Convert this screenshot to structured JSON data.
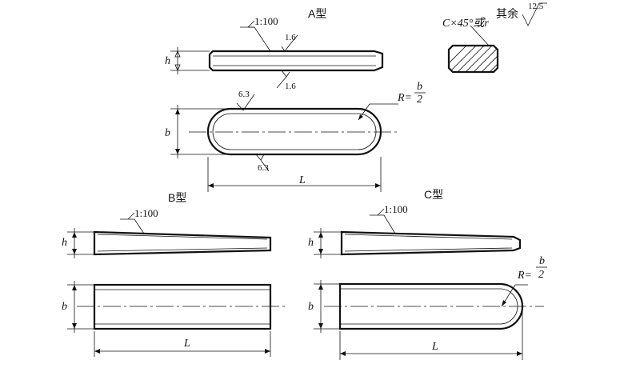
{
  "titles": {
    "type_a": "A型",
    "type_b": "B型",
    "type_c": "C型"
  },
  "taper": {
    "a": "1:100",
    "b": "1:100",
    "c": "1:100"
  },
  "roughness": {
    "top": "1.6",
    "bottom": "1.6",
    "side_left": "6.3",
    "side_bottom": "6.3",
    "general": "12.5"
  },
  "notes": {
    "remaining": "其余",
    "chamfer": "C×45°或r"
  },
  "dims": {
    "h": "h",
    "b": "b",
    "L": "L",
    "R": "R=",
    "frac_num": "b",
    "frac_den": "2"
  }
}
